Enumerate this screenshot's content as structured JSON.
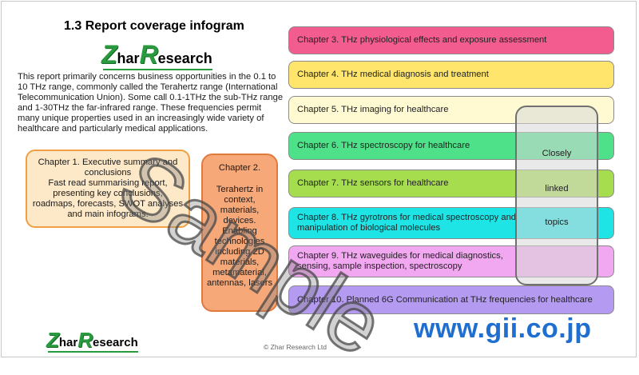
{
  "slide": {
    "title": "1.3 Report coverage infogram",
    "intro": "This report primarily concerns business opportunities in the 0.1 to 10 THz range, commonly called the Terahertz range (International Telecommunication Union). Some call 0.1-1THz the sub-THz range and 1-30THz the far-infrared range. These frequencies permit many unique properties used in an increasingly wide variety of healthcare and particularly medical applications."
  },
  "logo": {
    "initial_z": "Z",
    "text_har": "har",
    "initial_r": "R",
    "text_esearch": "esearch"
  },
  "exec_box": {
    "title": "Chapter 1. Executive summary and conclusions",
    "body": "Fast read summarising report, presenting key conclusions, roadmaps, forecasts, SWOT analyses and main infograms."
  },
  "chapter2_box": {
    "title": "Chapter 2.",
    "body": "Terahertz in context, materials, devices. Enabling technologies including 2D materials, metamaterial, antennas, lasers"
  },
  "chapters": [
    {
      "label": "Chapter 3. THz physiological effects and exposure assessment",
      "color": "#f25c8e"
    },
    {
      "label": "Chapter 4. THz medical diagnosis and treatment",
      "color": "#ffe56b"
    },
    {
      "label": "Chapter 5. THz imaging for healthcare",
      "color": "#fffad2"
    },
    {
      "label": "Chapter 6. THz spectroscopy for healthcare",
      "color": "#4fe08a"
    },
    {
      "label": "Chapter 7. THz sensors for healthcare",
      "color": "#a6dd4f"
    },
    {
      "label": "Chapter 8. THz gyrotrons for medical spectroscopy and manipulation of biological molecules",
      "color": "#1fe4e6"
    },
    {
      "label": "Chapter 9. THz waveguides for medical diagnostics, sensing, sample inspection, spectroscopy",
      "color": "#f1a8f0"
    },
    {
      "label": "Chapter 10. Planned 6G Communication at THz frequencies for healthcare",
      "color": "#b49af0"
    }
  ],
  "linked": {
    "word1": "Closely",
    "word2": "linked",
    "word3": "topics"
  },
  "watermark": "Sample",
  "footer": {
    "copyright": "© Zhar Research Ltd",
    "website": "www.gii.co.jp"
  }
}
